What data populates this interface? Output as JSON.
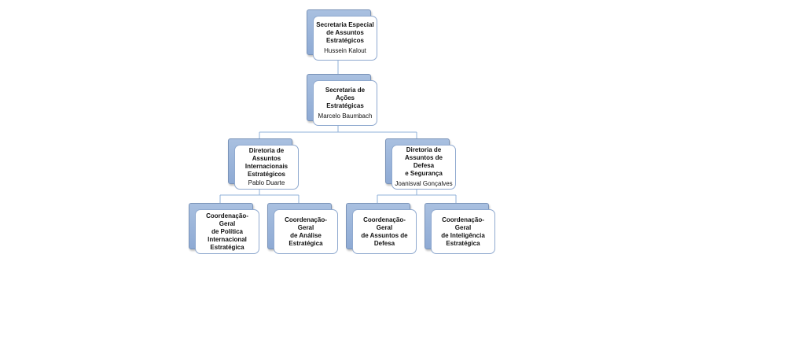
{
  "org_chart": {
    "root": {
      "title": "Secretaria Especial\nde  Assuntos\nEstratégicos",
      "person": "Hussein Kalout"
    },
    "level2": {
      "title": "Secretaria de Ações\nEstratégicas",
      "person": "Marcelo Baumbach"
    },
    "directorates": [
      {
        "title": "Diretoria de\nAssuntos\nInternacionais\nEstratégicos",
        "person": "Pablo Duarte",
        "coordinations": [
          {
            "title": "Coordenação-Geral\nde Política\nInternacional\nEstratégica"
          },
          {
            "title": "Coordenação-Geral\nde Análise\nEstratégica"
          }
        ]
      },
      {
        "title": "Diretoria de\nAssuntos de Defesa\ne Segurança",
        "person": "Joanisval Gonçalves",
        "coordinations": [
          {
            "title": "Coordenação-Geral\nde Assuntos de\nDefesa"
          },
          {
            "title": "Coordenação-Geral\nde Inteligência\nEstratégica"
          }
        ]
      }
    ]
  }
}
